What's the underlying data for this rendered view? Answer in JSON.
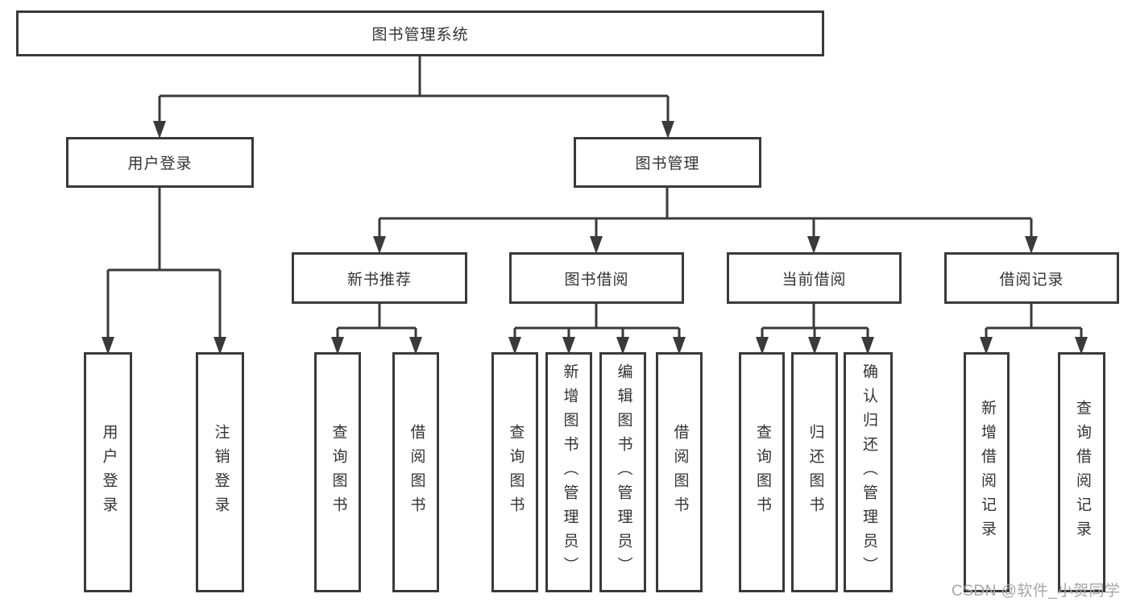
{
  "diagram": {
    "root": {
      "label": "图书管理系统"
    },
    "level2": [
      {
        "label": "用户登录"
      },
      {
        "label": "图书管理"
      }
    ],
    "level3": [
      {
        "label": "新书推荐"
      },
      {
        "label": "图书借阅"
      },
      {
        "label": "当前借阅"
      },
      {
        "label": "借阅记录"
      }
    ],
    "leaves": {
      "user_login": [
        {
          "label": "用户登录"
        },
        {
          "label": "注销登录"
        }
      ],
      "new_book": [
        {
          "label": "查询图书"
        },
        {
          "label": "借阅图书"
        }
      ],
      "book_borrow": [
        {
          "label": "查询图书"
        },
        {
          "label": "新增图书（管理员）"
        },
        {
          "label": "编辑图书（管理员）"
        },
        {
          "label": "借阅图书"
        }
      ],
      "current_borrow": [
        {
          "label": "查询图书"
        },
        {
          "label": "归还图书"
        },
        {
          "label": "确认归还（管理员）"
        }
      ],
      "borrow_record": [
        {
          "label": "新增借阅记录"
        },
        {
          "label": "查询借阅记录"
        }
      ]
    },
    "colors": {
      "line": "#3a3a3a",
      "text": "#333333",
      "watermark": "#a6a6a6",
      "box_background": "#ffffff"
    },
    "watermark": "CSDN @软件_小贺同学"
  }
}
